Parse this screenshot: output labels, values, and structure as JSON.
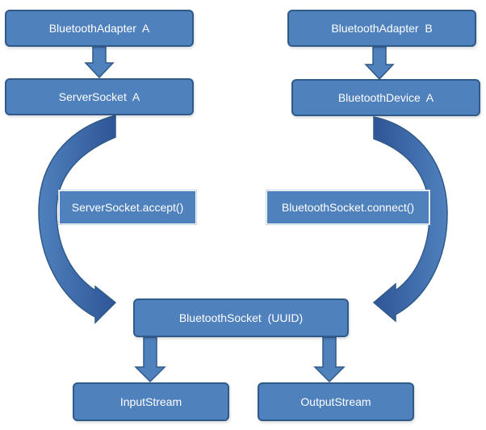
{
  "colors": {
    "box_fill": "#4f81bd",
    "box_border": "#2f5a8a",
    "arrow_fill": "#4f81bd",
    "arrow_dark": "#2f5597",
    "text": "#ffffff"
  },
  "nodes": {
    "adapter_a": "BluetoothAdapter  A",
    "adapter_b": "BluetoothAdapter  B",
    "server_socket_a": "ServerSocket  A",
    "device_a": "BluetoothDevice  A",
    "bluetooth_socket": "BluetoothSocket  (UUID)",
    "input_stream": "InputStream",
    "output_stream": "OutputStream"
  },
  "labels": {
    "accept": "ServerSocket.accept()",
    "connect": "BluetoothSocket.connect()"
  }
}
